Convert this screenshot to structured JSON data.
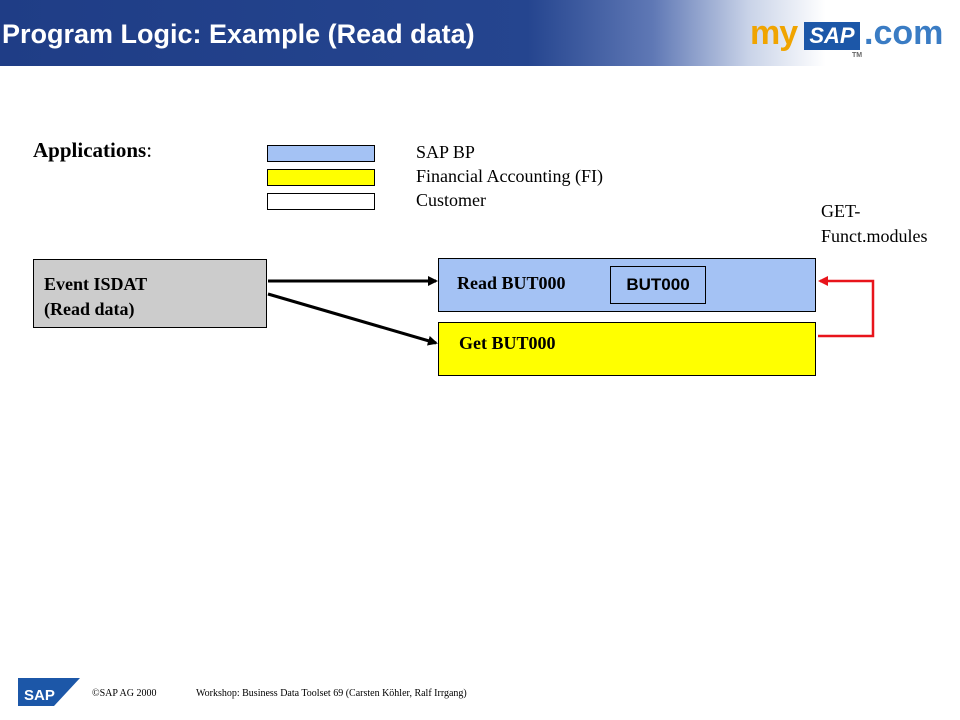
{
  "header": {
    "title": "Program Logic: Example (Read data)",
    "logo": {
      "my": "my",
      "sap": "SAP",
      "com": ".com",
      "tm": "TM"
    }
  },
  "legend": {
    "label": "Applications",
    "colon": ":",
    "items": [
      {
        "label": "SAP BP",
        "color": "#a4c2f4"
      },
      {
        "label": "Financial Accounting (FI)",
        "color": "#ffff00"
      },
      {
        "label": "Customer",
        "color": "#ffffff"
      }
    ]
  },
  "diagram": {
    "event_box": {
      "line1": "Event ISDAT",
      "line2": "(Read data)",
      "color": "#cccccc"
    },
    "read_box": {
      "label": "Read BUT000",
      "table": "BUT000",
      "color": "#a4c2f4"
    },
    "get_box": {
      "label": "Get BUT000",
      "color": "#ffff00"
    },
    "get_modules": {
      "line1": "GET-",
      "line2": "Funct.modules"
    },
    "loop_arrow_color": "#e8141b"
  },
  "footer": {
    "logo_text": "SAP",
    "copyright": "©SAP AG 2000",
    "text": "Workshop: Business Data Toolset 69 (Carsten Köhler, Ralf Irrgang)"
  }
}
